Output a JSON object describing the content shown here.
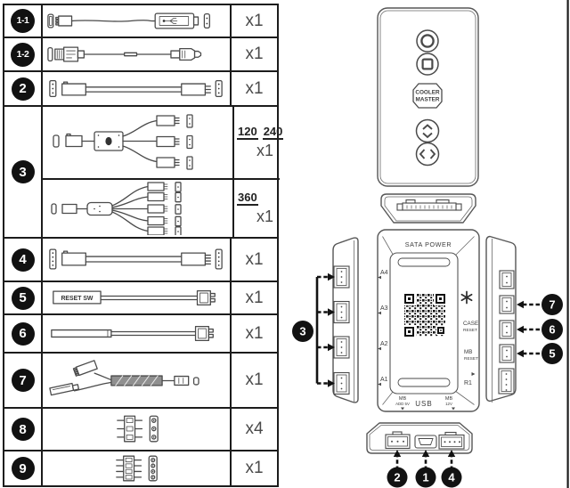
{
  "parts_table": {
    "rows": [
      {
        "id": "1-1",
        "qty": "x1",
        "item": "usb-9pin-to-usb-a-cable"
      },
      {
        "id": "1-2",
        "qty": "x1",
        "item": "usb-a-to-micro-usb-cable"
      },
      {
        "id": "2",
        "qty": "x1",
        "item": "argb-3pin-extension-cable"
      },
      {
        "id": "3",
        "item": "argb-splitter-cables",
        "variants": [
          {
            "sizes": [
              "120",
              "240"
            ],
            "qty": "x1",
            "item": "1-to-3-argb-splitter"
          },
          {
            "sizes": [
              "360"
            ],
            "qty": "x1",
            "item": "1-to-5-argb-splitter"
          }
        ]
      },
      {
        "id": "4",
        "qty": "x1",
        "item": "4pin-extension-cable"
      },
      {
        "id": "5",
        "qty": "x1",
        "item": "reset-switch-cable",
        "cable_label": "RESET SW"
      },
      {
        "id": "6",
        "qty": "x1",
        "item": "reset-jumper-cable"
      },
      {
        "id": "7",
        "qty": "x1",
        "item": "sata-power-cable"
      },
      {
        "id": "8",
        "qty": "x4",
        "item": "3pin-connector-adapter"
      },
      {
        "id": "9",
        "qty": "x1",
        "item": "4pin-connector-adapter"
      }
    ]
  },
  "remote": {
    "brand_top": "COOLER",
    "brand_bottom": "MASTER",
    "buttons": [
      "power-button",
      "stop-button",
      "mode-up-down-button",
      "mode-left-right-button"
    ]
  },
  "board": {
    "title": "SATA POWER",
    "ports_left": [
      "A4",
      "A3",
      "A2",
      "A1"
    ],
    "case_reset_line1": "CASE",
    "case_reset_line2": "RESET",
    "mb_reset_line1": "MB",
    "mb_reset_line2": "RESET",
    "r1": "R1",
    "bottom_left_line1": "MB",
    "bottom_left_line2": "ADD 5V",
    "usb": "USB",
    "bottom_right_line1": "MB",
    "bottom_right_line2": "12V"
  },
  "callouts": {
    "argb_group": "3",
    "right_top": "7",
    "right_mid": "6",
    "right_bot": "5",
    "bottom_left": "2",
    "bottom_mid": "1",
    "bottom_right": "4"
  },
  "colors": {
    "line": "#4a4a4a",
    "table_border": "#1c1c1c",
    "callout_bg": "#111111"
  }
}
